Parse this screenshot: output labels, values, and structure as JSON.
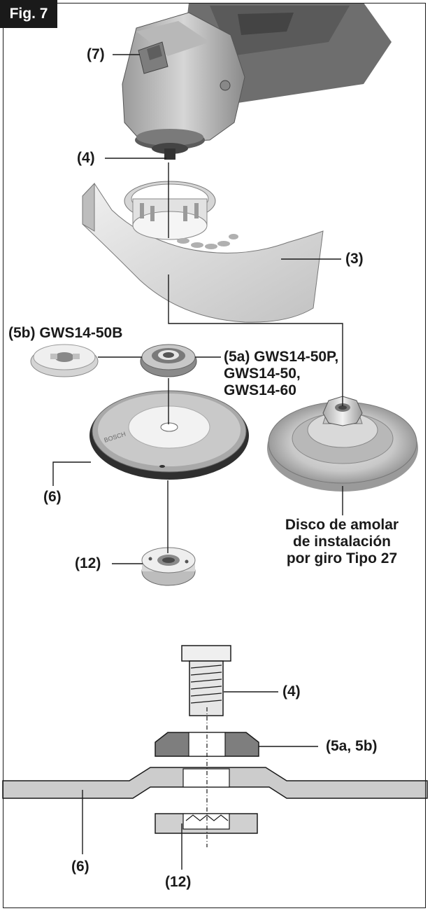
{
  "figure_label": "Fig. 7",
  "labels": {
    "switch": "(7)",
    "spindle_top": "(4)",
    "guard": "(3)",
    "flange_5b": "(5b) GWS14-50B",
    "flange_5a_line1": "(5a) GWS14-50P,",
    "flange_5a_line2": "GWS14-50,",
    "flange_5a_line3": "GWS14-60",
    "wheel": "(6)",
    "lock_nut": "(12)",
    "disc_line1": "Disco de amolar",
    "disc_line2": "de instalación",
    "disc_line3": "por giro Tipo 27",
    "spindle_bottom": "(4)",
    "flange_bottom": "(5a, 5b)",
    "wheel_bottom": "(6)",
    "nut_bottom": "(12)"
  },
  "wheel_text": "BOSCH",
  "colors": {
    "ink": "#1a1a1a",
    "part_light": "#e6e6e6",
    "part_mid": "#c8c8c8",
    "part_dark": "#8e8e8e",
    "wheel_band": "#3a3a3a"
  }
}
